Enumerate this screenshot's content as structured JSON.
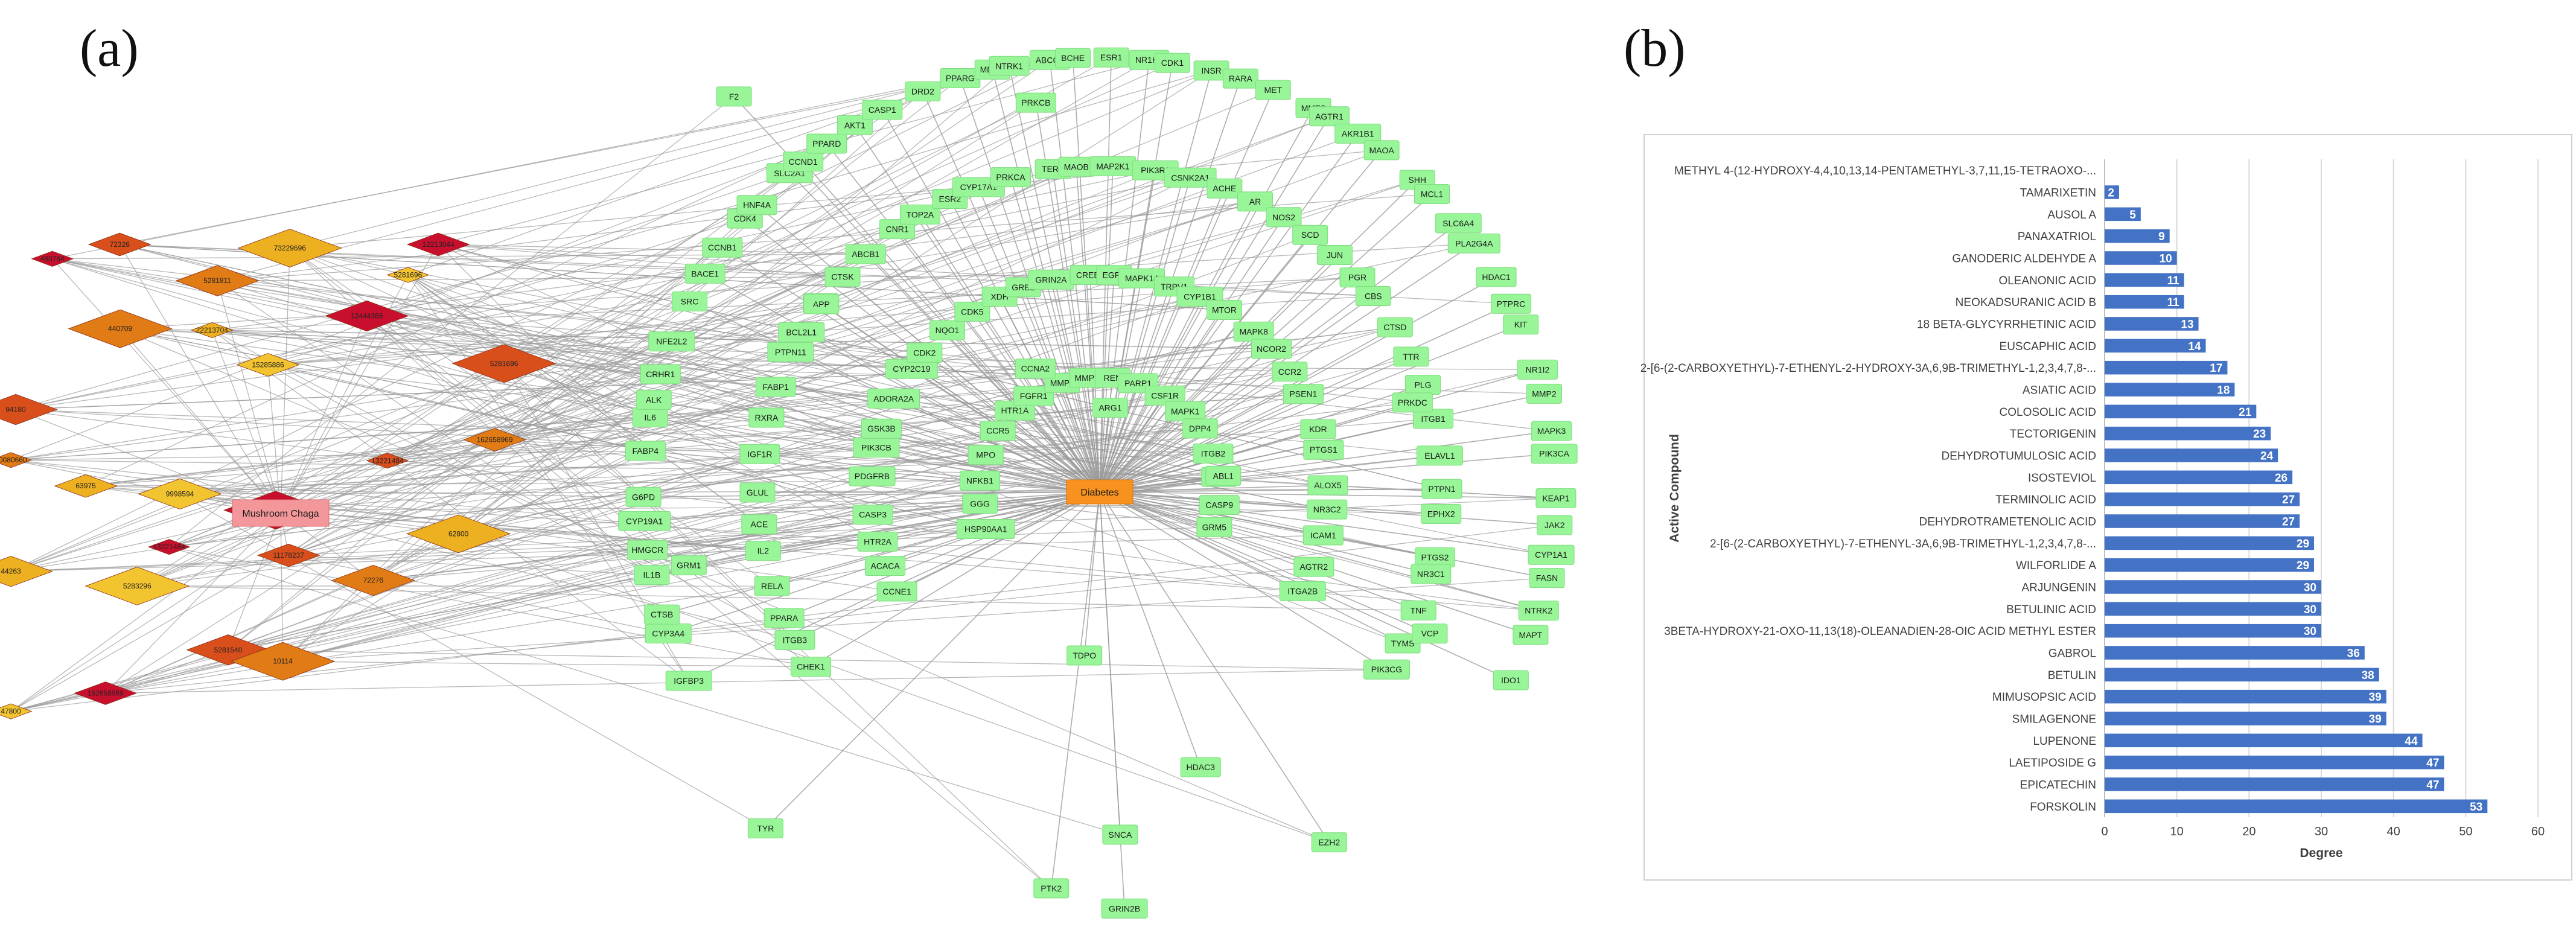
{
  "panel_labels": {
    "a": "(a)",
    "b": "(b)"
  },
  "network": {
    "center": "Diabetes",
    "source": "Mushroom Chaga",
    "compound_nodes": [
      "480784",
      "72326",
      "5281811",
      "73229696",
      "5281696",
      "12213044",
      "94180",
      "440709",
      "22213704",
      "15285886",
      "12444386",
      "5281696",
      "40080660",
      "63975",
      "9998594",
      "92132",
      "13221484",
      "162658969",
      "44263",
      "5283296",
      "13221484",
      "11178237",
      "72276",
      "62800",
      "47800",
      "162658969",
      "5281540",
      "10114"
    ],
    "targets": [
      "HSP90AA1",
      "GGG",
      "NFKB1",
      "MPO",
      "CCR5",
      "HTR1A",
      "FGFR1",
      "MMP9",
      "MMP7",
      "REN",
      "PARP1",
      "CSF1R",
      "MAPK1",
      "DPP4",
      "ITGB2",
      "CTSS",
      "CASP9",
      "GRM5",
      "CCNE1",
      "ACACA",
      "HTR2A",
      "CASP3",
      "PDGFRB",
      "PIK3CB",
      "GSK3B",
      "ADORA2A",
      "CYP2C19",
      "CDK2",
      "NQO1",
      "CDK5",
      "XDH",
      "GRB2",
      "GRIN2A",
      "CREB1",
      "EGFR",
      "MAPK14",
      "TRPV1",
      "CYP1B1",
      "MTOR",
      "MAPK8",
      "NCOR2",
      "CCR2",
      "PSEN1",
      "KDR",
      "PTGS1",
      "ALOX5",
      "NR3C2",
      "ICAM1",
      "AGTR2",
      "ITGA2B",
      "CHEK1",
      "ITGB3",
      "PPARA",
      "RELA",
      "IL2",
      "ACE",
      "GLUL",
      "IGF1R",
      "RXRA",
      "FABP1",
      "PTPN11",
      "BCL2L1",
      "MME",
      "CTSK",
      "ABCB1",
      "CNR1",
      "TOP2A",
      "ESR2",
      "CYP17A1",
      "PRKCA",
      "TERT",
      "MAOB",
      "MAP2K1",
      "PIK3R1",
      "CSNK2A1",
      "ACHE",
      "AR",
      "NOS2",
      "SCD",
      "JUN",
      "PGR",
      "CBS",
      "CTSD",
      "TTR",
      "PLG",
      "ITGB1",
      "ELAVL1",
      "PTPN1",
      "Diabetes",
      "EPHX2",
      "PTGS2",
      "NR3C1",
      "TNF",
      "TYMS",
      "PIK3CG",
      "IGFBP3",
      "CYP3A4",
      "CTSB",
      "IL1B",
      "HMGCR",
      "CYP19A1",
      "G6PD",
      "FABP4",
      "IL6",
      "ALK",
      "CRHR1",
      "NFE2L2",
      "SRC",
      "BACE1",
      "CCNB1",
      "CDK4",
      "HNF4A",
      "SLC2A1",
      "CCND1",
      "PPARD",
      "AKT1",
      "CASP1",
      "DRD2",
      "PPARG",
      "MDM2",
      "NTRK1",
      "ABCG2",
      "BCHE",
      "ESR1",
      "NR1H4",
      "CDK1",
      "INSR",
      "RARA",
      "MET",
      "MMP3",
      "AGTR1",
      "AKR1B1",
      "MAOA",
      "SHH",
      "MCL1",
      "SLC6A4",
      "PLA2G4A",
      "HDAC1",
      "PTPRC",
      "KIT",
      "NR1I2",
      "MMP2",
      "MAPK3",
      "PIK3CA",
      "KEAP1",
      "JAK2",
      "CYP1A1",
      "FASN",
      "NTRK2",
      "MAPT",
      "IDO1",
      "F2",
      "APP",
      "GRM1",
      "CCNA2",
      "SNCA",
      "ARG1",
      "TYR",
      "ABL1",
      "VCP",
      "PTK2",
      "PRKDC",
      "TDPO",
      "EZH2",
      "GRIN2B",
      "HDAC3",
      "PRKCB"
    ]
  },
  "chart_data": {
    "type": "bar",
    "orientation": "horizontal",
    "categories": [
      "METHYL 4-(12-HYDROXY-4,4,10,13,14-PENTAMETHYL-3,7,11,15-TETRAOXO-...",
      "TAMARIXETIN",
      "AUSOL A",
      "PANAXATRIOL",
      "GANODERIC ALDEHYDE A",
      "OLEANONIC ACID",
      "NEOKADSURANIC ACID B",
      "18 BETA-GLYCYRRHETINIC ACID",
      "EUSCAPHIC ACID",
      "2-[6-(2-CARBOXYETHYL)-7-ETHENYL-2-HYDROXY-3A,6,9B-TRIMETHYL-1,2,3,4,7,8-...",
      "ASIATIC ACID",
      "COLOSOLIC ACID",
      "TECTORIGENIN",
      "DEHYDROTUMULOSIC ACID",
      "ISOSTEVIOL",
      "TERMINOLIC ACID",
      "DEHYDROTRAMETENOLIC ACID",
      "2-[6-(2-CARBOXYETHYL)-7-ETHENYL-3A,6,9B-TRIMETHYL-1,2,3,4,7,8-...",
      "WILFORLIDE A",
      "ARJUNGENIN",
      "BETULINIC ACID",
      "3BETA-HYDROXY-21-OXO-11,13(18)-OLEANADIEN-28-OIC ACID METHYL ESTER",
      "GABROL",
      "BETULIN",
      "MIMUSOPSIC ACID",
      "SMILAGENONE",
      "LUPENONE",
      "LAETIPOSIDE G",
      "EPICATECHIN",
      "FORSKOLIN"
    ],
    "values": [
      0,
      2,
      5,
      9,
      10,
      11,
      11,
      13,
      14,
      17,
      18,
      21,
      23,
      24,
      26,
      27,
      27,
      29,
      29,
      30,
      30,
      30,
      36,
      38,
      39,
      39,
      44,
      47,
      47,
      53
    ],
    "xlabel": "Degree",
    "ylabel": "Active Compound",
    "xlim": [
      0,
      60
    ],
    "xticks": [
      0,
      10,
      20,
      30,
      40,
      50,
      60
    ],
    "grid": true,
    "bar_color": "#4472C4",
    "label_color": "#ffffff"
  }
}
